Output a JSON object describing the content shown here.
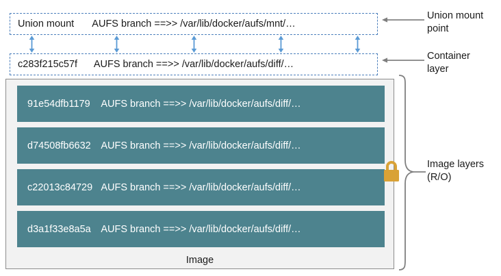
{
  "diagram": {
    "union_mount": {
      "name": "Union mount",
      "branch": "AUFS branch ==>> /var/lib/docker/aufs/mnt/…"
    },
    "container_layer": {
      "id": "c283f215c57f",
      "branch": "AUFS branch ==>> /var/lib/docker/aufs/diff/…"
    },
    "image_layers": [
      {
        "id": "91e54dfb1179",
        "branch": "AUFS branch ==>> /var/lib/docker/aufs/diff/…"
      },
      {
        "id": "d74508fb6632",
        "branch": "AUFS branch ==>> /var/lib/docker/aufs/diff/…"
      },
      {
        "id": "c22013c84729",
        "branch": "AUFS branch ==>> /var/lib/docker/aufs/diff/…"
      },
      {
        "id": "d3a1f33e8a5a",
        "branch": "AUFS branch ==>> /var/lib/docker/aufs/diff/…"
      }
    ],
    "image_caption": "Image",
    "callouts": {
      "union_mount_point": "Union mount\npoint",
      "container_layer": "Container\nlayer",
      "image_layers": "Image layers\n(R/O)"
    },
    "icons": {
      "padlock": "padlock-icon",
      "double_arrow": "double-headed-arrow-icon",
      "callout_arrow": "left-arrow-icon",
      "brace": "right-curly-brace-icon"
    },
    "colors": {
      "layer_fill": "#4d838e",
      "dashed_border": "#4a7ebb",
      "arrow_blue": "#5b9bd5",
      "panel_fill": "#f2f2f2",
      "panel_border": "#8c8c8c",
      "padlock": "#d9a236",
      "callout_gray": "#7f7f7f",
      "text_dark": "#1a1a1a",
      "text_light": "#ffffff"
    }
  }
}
